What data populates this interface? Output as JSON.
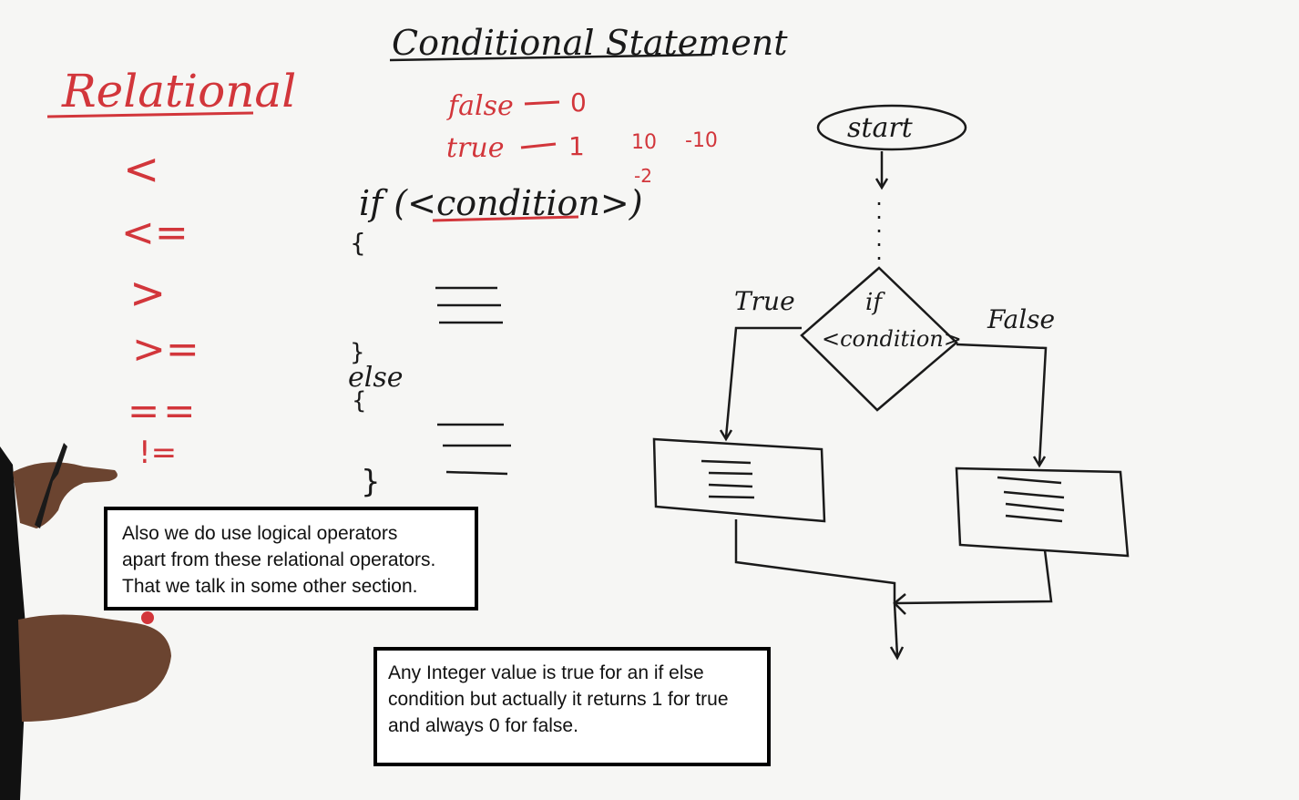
{
  "board": {
    "relational_title": "Relational",
    "operators": [
      "<",
      "<=",
      ">",
      ">=",
      "==",
      "!="
    ],
    "conditional_title": "Conditional Statement",
    "truth": {
      "false_label": "false",
      "false_value": "0",
      "true_label": "true",
      "true_value": "1"
    },
    "side_numbers": [
      "10",
      "-10",
      "-2"
    ],
    "code": {
      "if_line": "if (<condition>)",
      "open_brace": "{",
      "close_brace": "}",
      "else_kw": "else",
      "open_brace2": "{",
      "close_brace2": "}"
    },
    "flowchart": {
      "start": "start",
      "decision_if": "if",
      "decision_cond": "<condition>",
      "true_label": "True",
      "false_label": "False"
    }
  },
  "captions": {
    "caption1": [
      "Also we do use logical operators",
      "apart from these relational operators.",
      "That we talk in some other section."
    ],
    "caption2": [
      "Any Integer value is true for an if else",
      "condition but actually it returns 1 for true",
      "and always 0 for false."
    ]
  },
  "colors": {
    "marker_red": "#d2363b",
    "marker_black": "#1a1a1a",
    "board": "#f6f6f4"
  }
}
